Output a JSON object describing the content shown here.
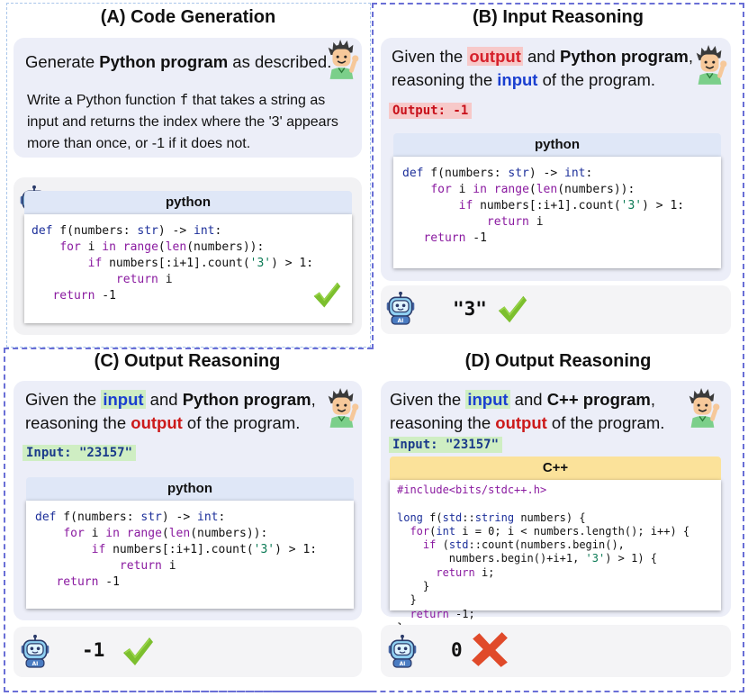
{
  "panels": {
    "a": {
      "title": "(A) Code Generation",
      "prompt_pre": "Generate ",
      "prompt_bold": "Python program",
      "prompt_post": " as described.",
      "description_pre": "Write a Python function ",
      "description_fn": "f",
      "description_post": " that takes a string as input and returns the index where the '3' appears more than once, or -1 if it does not.",
      "code_header": "python",
      "verdict": "correct"
    },
    "b": {
      "title": "(B) Input Reasoning",
      "line1_pre": "Given the ",
      "line1_hl": "output",
      "line1_mid": " and ",
      "line1_bold": "Python program",
      "line1_post": ",",
      "line2_pre": "reasoning the ",
      "line2_hl": "input",
      "line2_post": " of the program.",
      "io_label": "Output: -1",
      "code_header": "python",
      "answer": "\"3\"",
      "verdict": "correct"
    },
    "c": {
      "title": "(C) Output Reasoning",
      "line1_pre": "Given the ",
      "line1_hl": "input",
      "line1_mid": " and ",
      "line1_bold": "Python program",
      "line1_post": ",",
      "line2_pre": "reasoning the ",
      "line2_hl": "output",
      "line2_post": " of the program.",
      "io_label": "Input: \"23157\"",
      "code_header": "python",
      "answer": "-1",
      "verdict": "correct"
    },
    "d": {
      "title": "(D) Output Reasoning",
      "line1_pre": "Given the ",
      "line1_hl": "input",
      "line1_mid": " and ",
      "line1_bold": "C++ program",
      "line1_post": ",",
      "line2_pre": "reasoning the ",
      "line2_hl": "output",
      "line2_post": " of the program.",
      "io_label": "Input: \"23157\"",
      "code_header": "C++",
      "answer": "0",
      "verdict": "incorrect"
    }
  },
  "python_code": [
    "def f(numbers: str) -> int:",
    "    for i in range(len(numbers)):",
    "        if numbers[:i+1].count('3') > 1:",
    "            return i",
    "    return -1"
  ],
  "cpp_code": [
    "#include<bits/stdc++.h>",
    "",
    "long f(std::string numbers) {",
    "  for(int i = 0; i < numbers.length(); i++) {",
    "    if (std::count(numbers.begin(),",
    "        numbers.begin()+i+1, '3') > 1) {",
    "      return i;",
    "    }",
    "  }",
    "  return -1;",
    "}"
  ],
  "icons": {
    "human": "waving-person-icon",
    "robot": "ai-robot-icon",
    "correct": "green-checkmark-icon",
    "incorrect": "red-cross-icon"
  },
  "colors": {
    "frame": "#6a6fd6",
    "highlight_red": "#f7c9c9",
    "highlight_green": "#cfeec3",
    "code_header_python": "#dfe7f7",
    "code_header_cpp": "#fbe29a",
    "check": "#7cbf2e",
    "cross": "#e04a2a"
  }
}
